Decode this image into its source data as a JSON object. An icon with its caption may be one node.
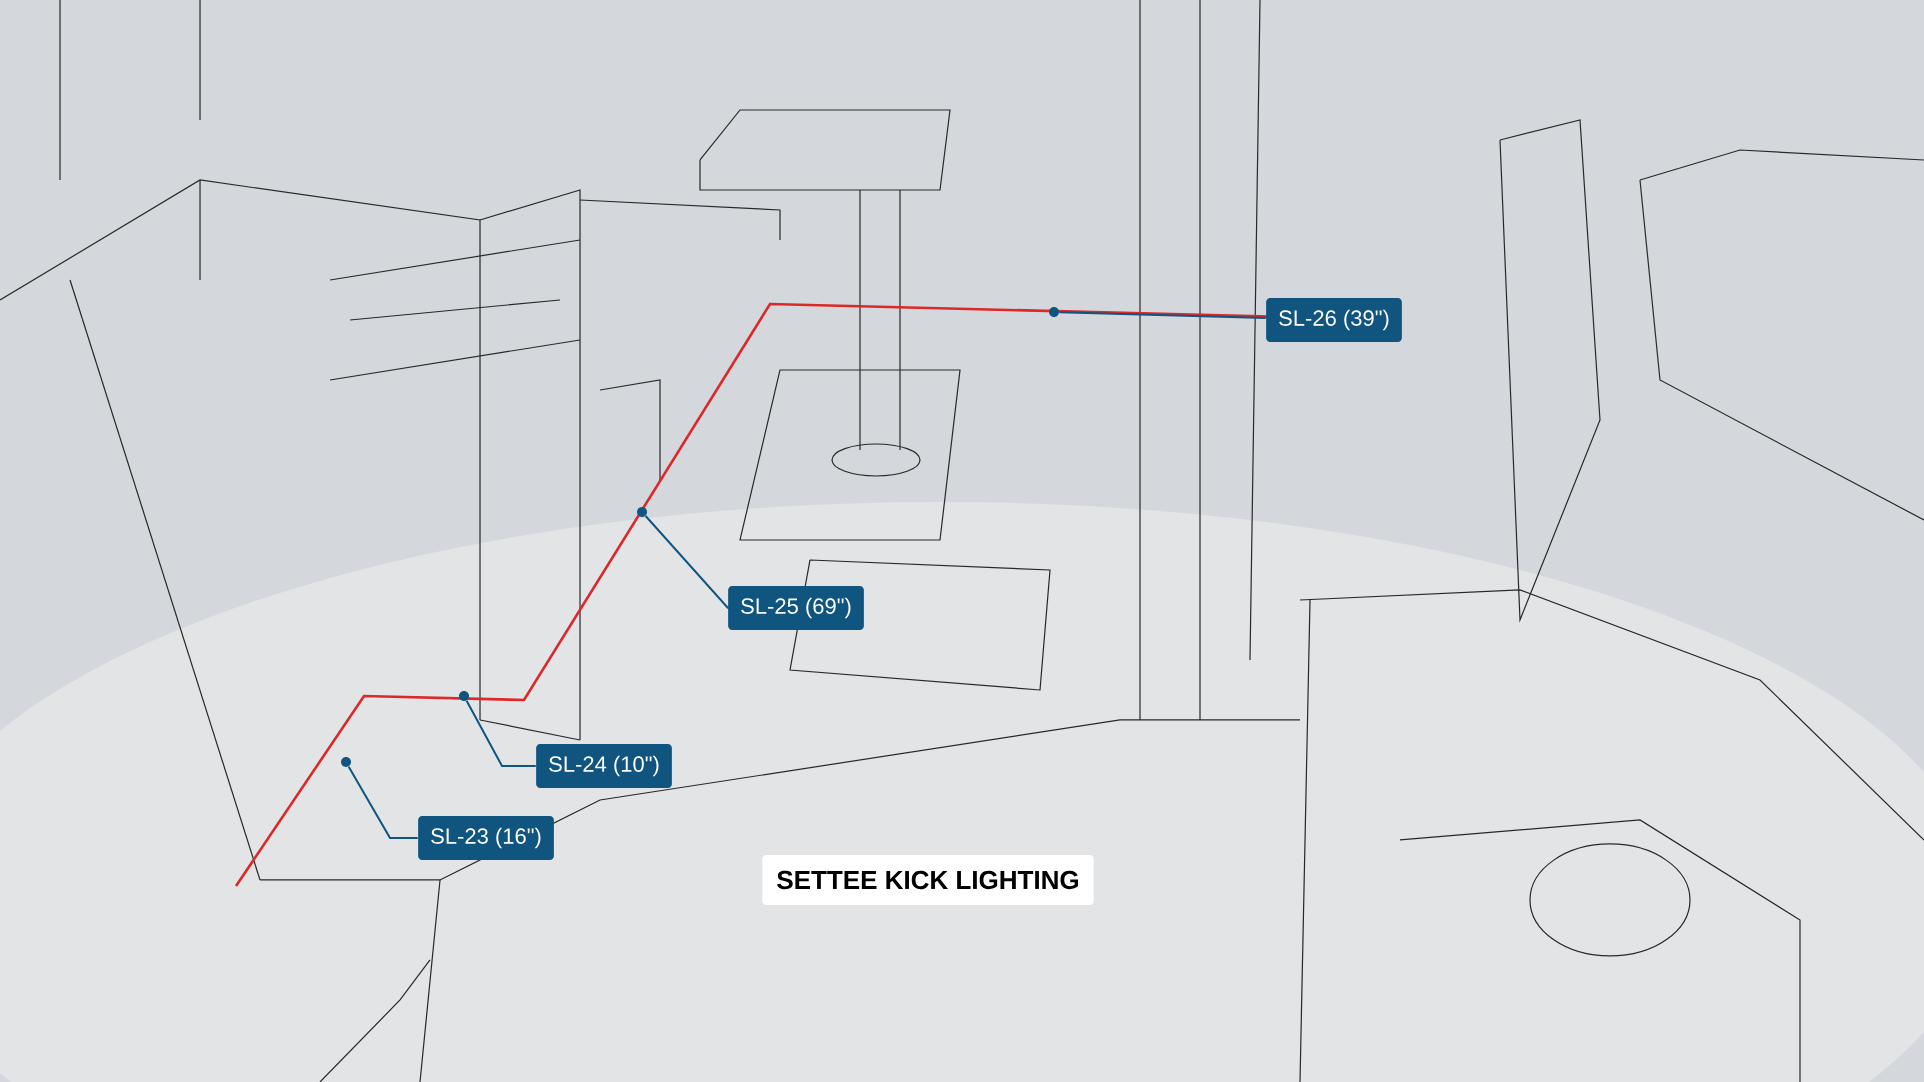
{
  "diagram": {
    "title": "SETTEE KICK LIGHTING",
    "nodes": [
      {
        "text": [
          "SL-26 (39\")"
        ]
      },
      {
        "text": [],
        "shape": "circle"
      },
      {
        "text": [
          "SL-25 (69\")"
        ]
      },
      {
        "text": [],
        "shape": "circle"
      },
      {
        "text": [
          "SL-24 (10\")"
        ]
      },
      {
        "text": [],
        "shape": "circle"
      },
      {
        "text": [
          "SL-23 (16\")"
        ]
      },
      {
        "text": [],
        "shape": "circle"
      }
    ],
    "edges": [
      {
        "from": 0,
        "to": 1,
        "arrow": "none"
      },
      {
        "from": 2,
        "to": 3,
        "arrow": "none"
      },
      {
        "from": 4,
        "to": 5,
        "arrow": "none"
      },
      {
        "from": 6,
        "to": 7,
        "arrow": "none"
      }
    ]
  }
}
